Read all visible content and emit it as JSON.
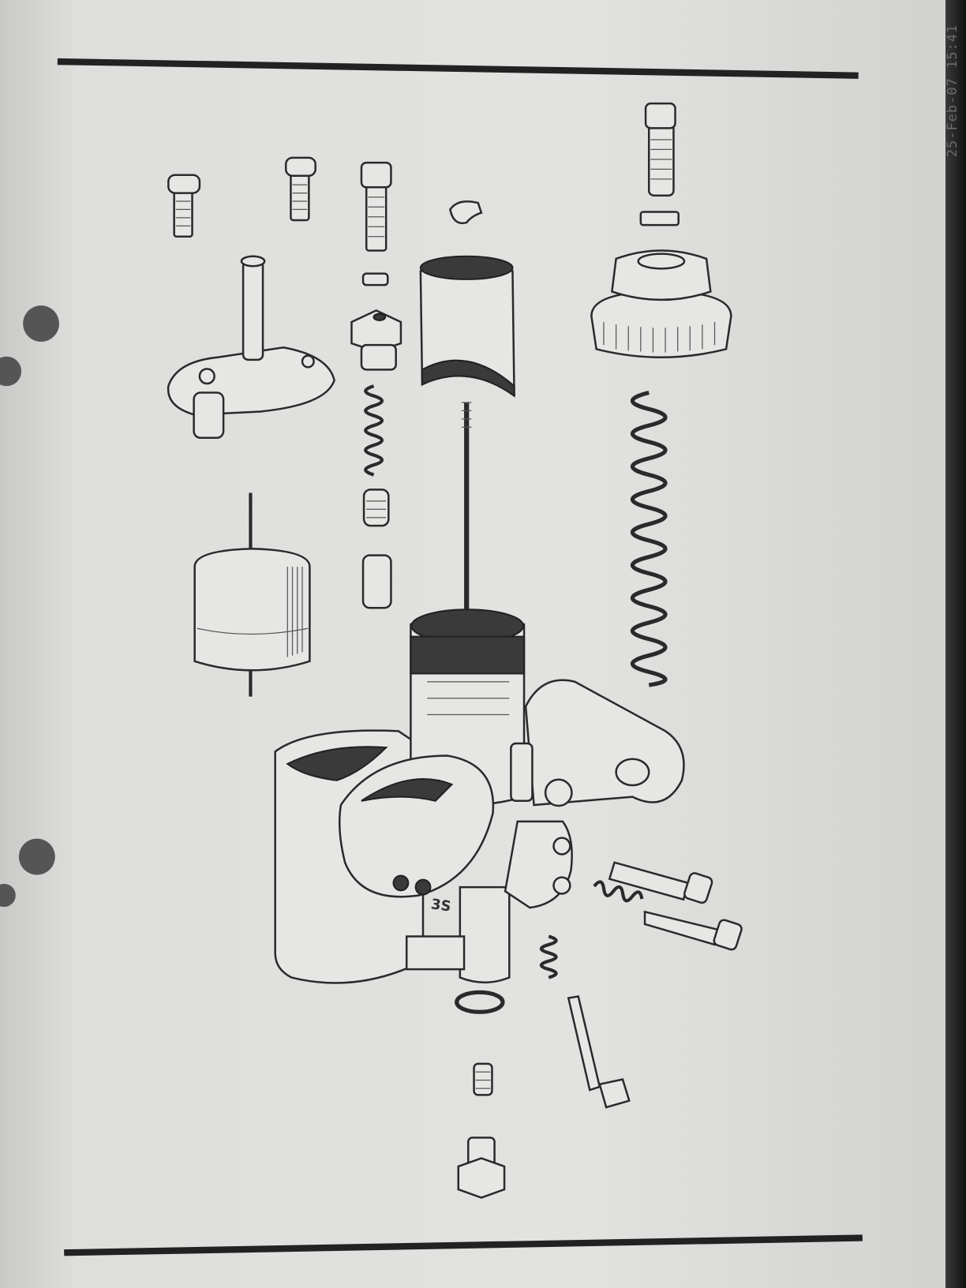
{
  "timestamp": "25-Feb-07 15:41",
  "body_marking": "3S",
  "title": "Exploded view of carburetor parts"
}
